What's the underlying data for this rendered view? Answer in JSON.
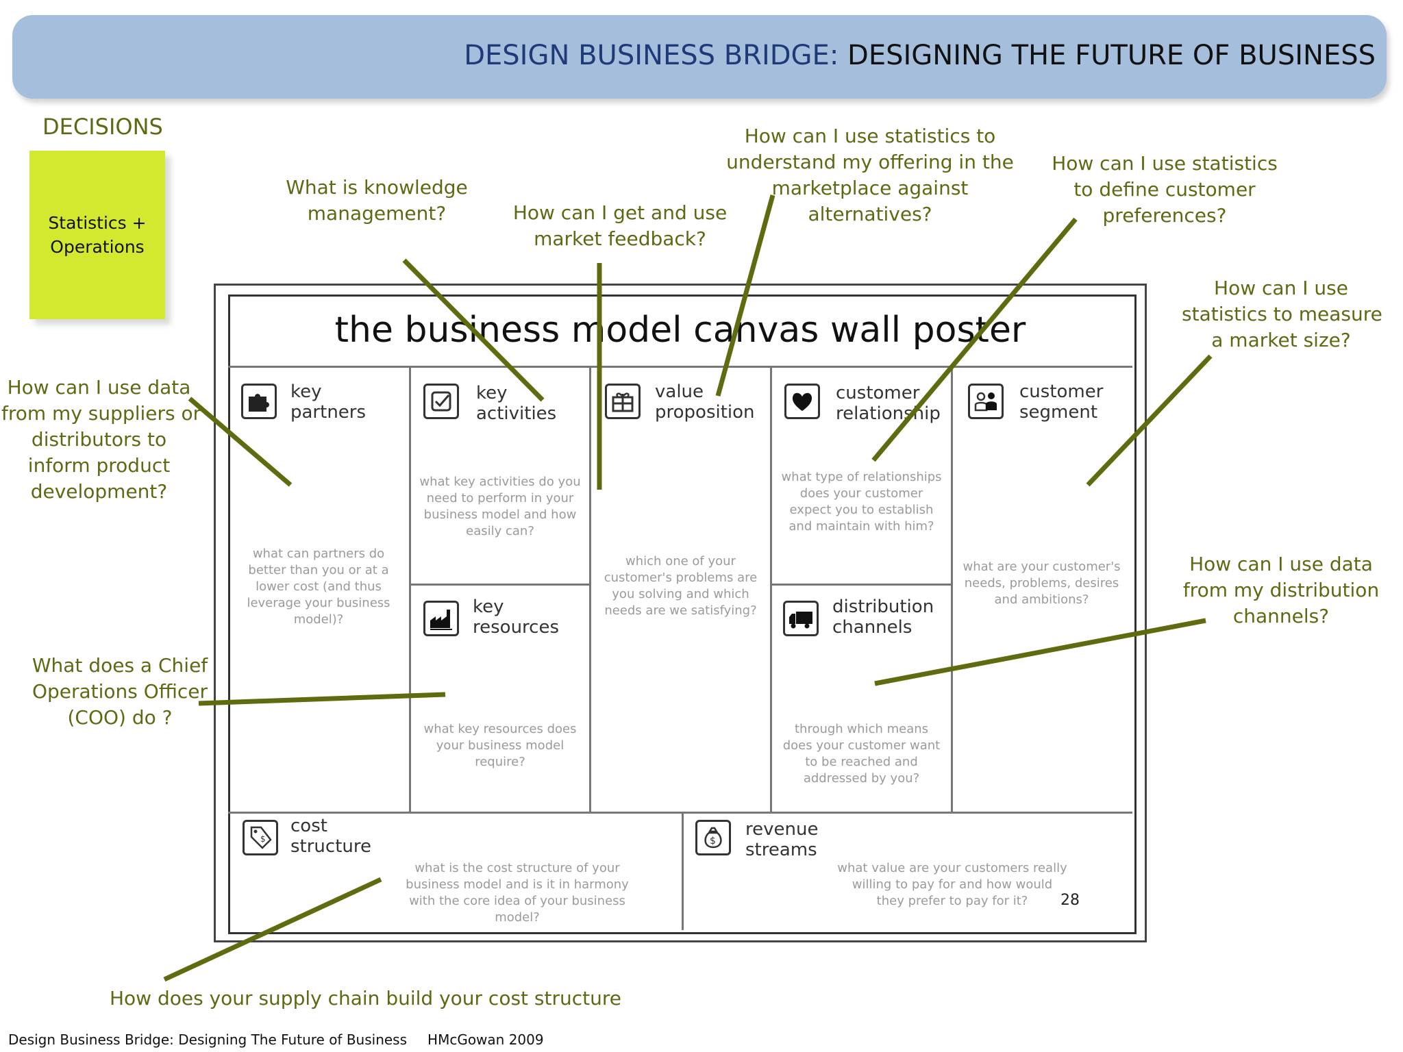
{
  "header": {
    "title_part1": "DESIGN BUSINESS BRIDGE: ",
    "title_part2": "DESIGNING THE FUTURE OF BUSINESS"
  },
  "section_label": "DECISIONS",
  "sticky_note": {
    "line1": "Statistics +",
    "line2": "Operations"
  },
  "canvas": {
    "title": "the business model canvas wall poster",
    "page_number": "28",
    "blocks": {
      "key_partners": {
        "l1": "key",
        "l2": "partners",
        "question": [
          "what can partners do",
          "better than you or at a",
          "lower cost (and thus",
          "leverage your business",
          "model)?"
        ],
        "icon": "puzzle-icon"
      },
      "key_activities": {
        "l1": "key",
        "l2": "activities",
        "question": [
          "what key activities do you",
          "need to perform in your",
          "business model and how",
          "easily can?"
        ],
        "icon": "checklist-icon"
      },
      "value_proposition": {
        "l1": "value",
        "l2": "proposition",
        "question": [
          "which one of your",
          "customer's problems are",
          "you solving and which",
          "needs are we satisfying?"
        ],
        "icon": "gift-icon"
      },
      "customer_relationship": {
        "l1": "customer",
        "l2": "relationship",
        "question": [
          "what type of relationships",
          "does your customer",
          "expect you to establish",
          "and maintain with him?"
        ],
        "icon": "heart-icon"
      },
      "customer_segment": {
        "l1": "customer",
        "l2": "segment",
        "question": [
          "what are your customer's",
          "needs, problems, desires",
          "and ambitions?"
        ],
        "icon": "people-icon"
      },
      "key_resources": {
        "l1": "key",
        "l2": "resources",
        "question": [
          "what key resources does",
          "your business model",
          "require?"
        ],
        "icon": "factory-icon"
      },
      "distribution_channels": {
        "l1": "distribution",
        "l2": "channels",
        "question": [
          "through which means",
          "does your customer want",
          "to be reached and",
          "addressed by you?"
        ],
        "icon": "truck-icon"
      },
      "cost_structure": {
        "l1": "cost",
        "l2": "structure",
        "question": [
          "what is the cost structure of your",
          "business model and is it in harmony",
          "with the core idea of your business",
          "model?"
        ],
        "icon": "price-tag-icon"
      },
      "revenue_streams": {
        "l1": "revenue",
        "l2": "streams",
        "question": [
          "what value are your customers really",
          "willing to pay for and how would",
          "they prefer to pay for it?"
        ],
        "icon": "money-bag-icon"
      }
    }
  },
  "questions": {
    "knowledge": [
      "What is knowledge",
      "management?"
    ],
    "feedback": [
      "How can I get and use",
      "market feedback?"
    ],
    "offering": [
      "How can I use statistics to",
      "understand my offering in the",
      "marketplace against",
      "alternatives?"
    ],
    "preferences": [
      "How can I use statistics",
      "to define customer",
      "preferences?"
    ],
    "market_size": [
      "How can I use",
      "statistics to measure",
      "a market size?"
    ],
    "suppliers": [
      "How can I use data",
      "from my suppliers or",
      "distributors to",
      "inform product",
      "development?"
    ],
    "coo": [
      "What does a Chief",
      "Operations Officer",
      "(COO) do ?"
    ],
    "distribution": [
      "How can I use data",
      "from my distribution",
      "channels?"
    ],
    "supply_chain": [
      "How does your supply chain build your cost structure"
    ]
  },
  "footer": {
    "left": "Design Business Bridge: Designing The Future of Business",
    "right": "HMcGowan 2009"
  },
  "colors": {
    "banner": "#a4bedc",
    "accent_text": "#5b6b13",
    "connector": "#606b0f",
    "sticky": "#d3e92f"
  }
}
